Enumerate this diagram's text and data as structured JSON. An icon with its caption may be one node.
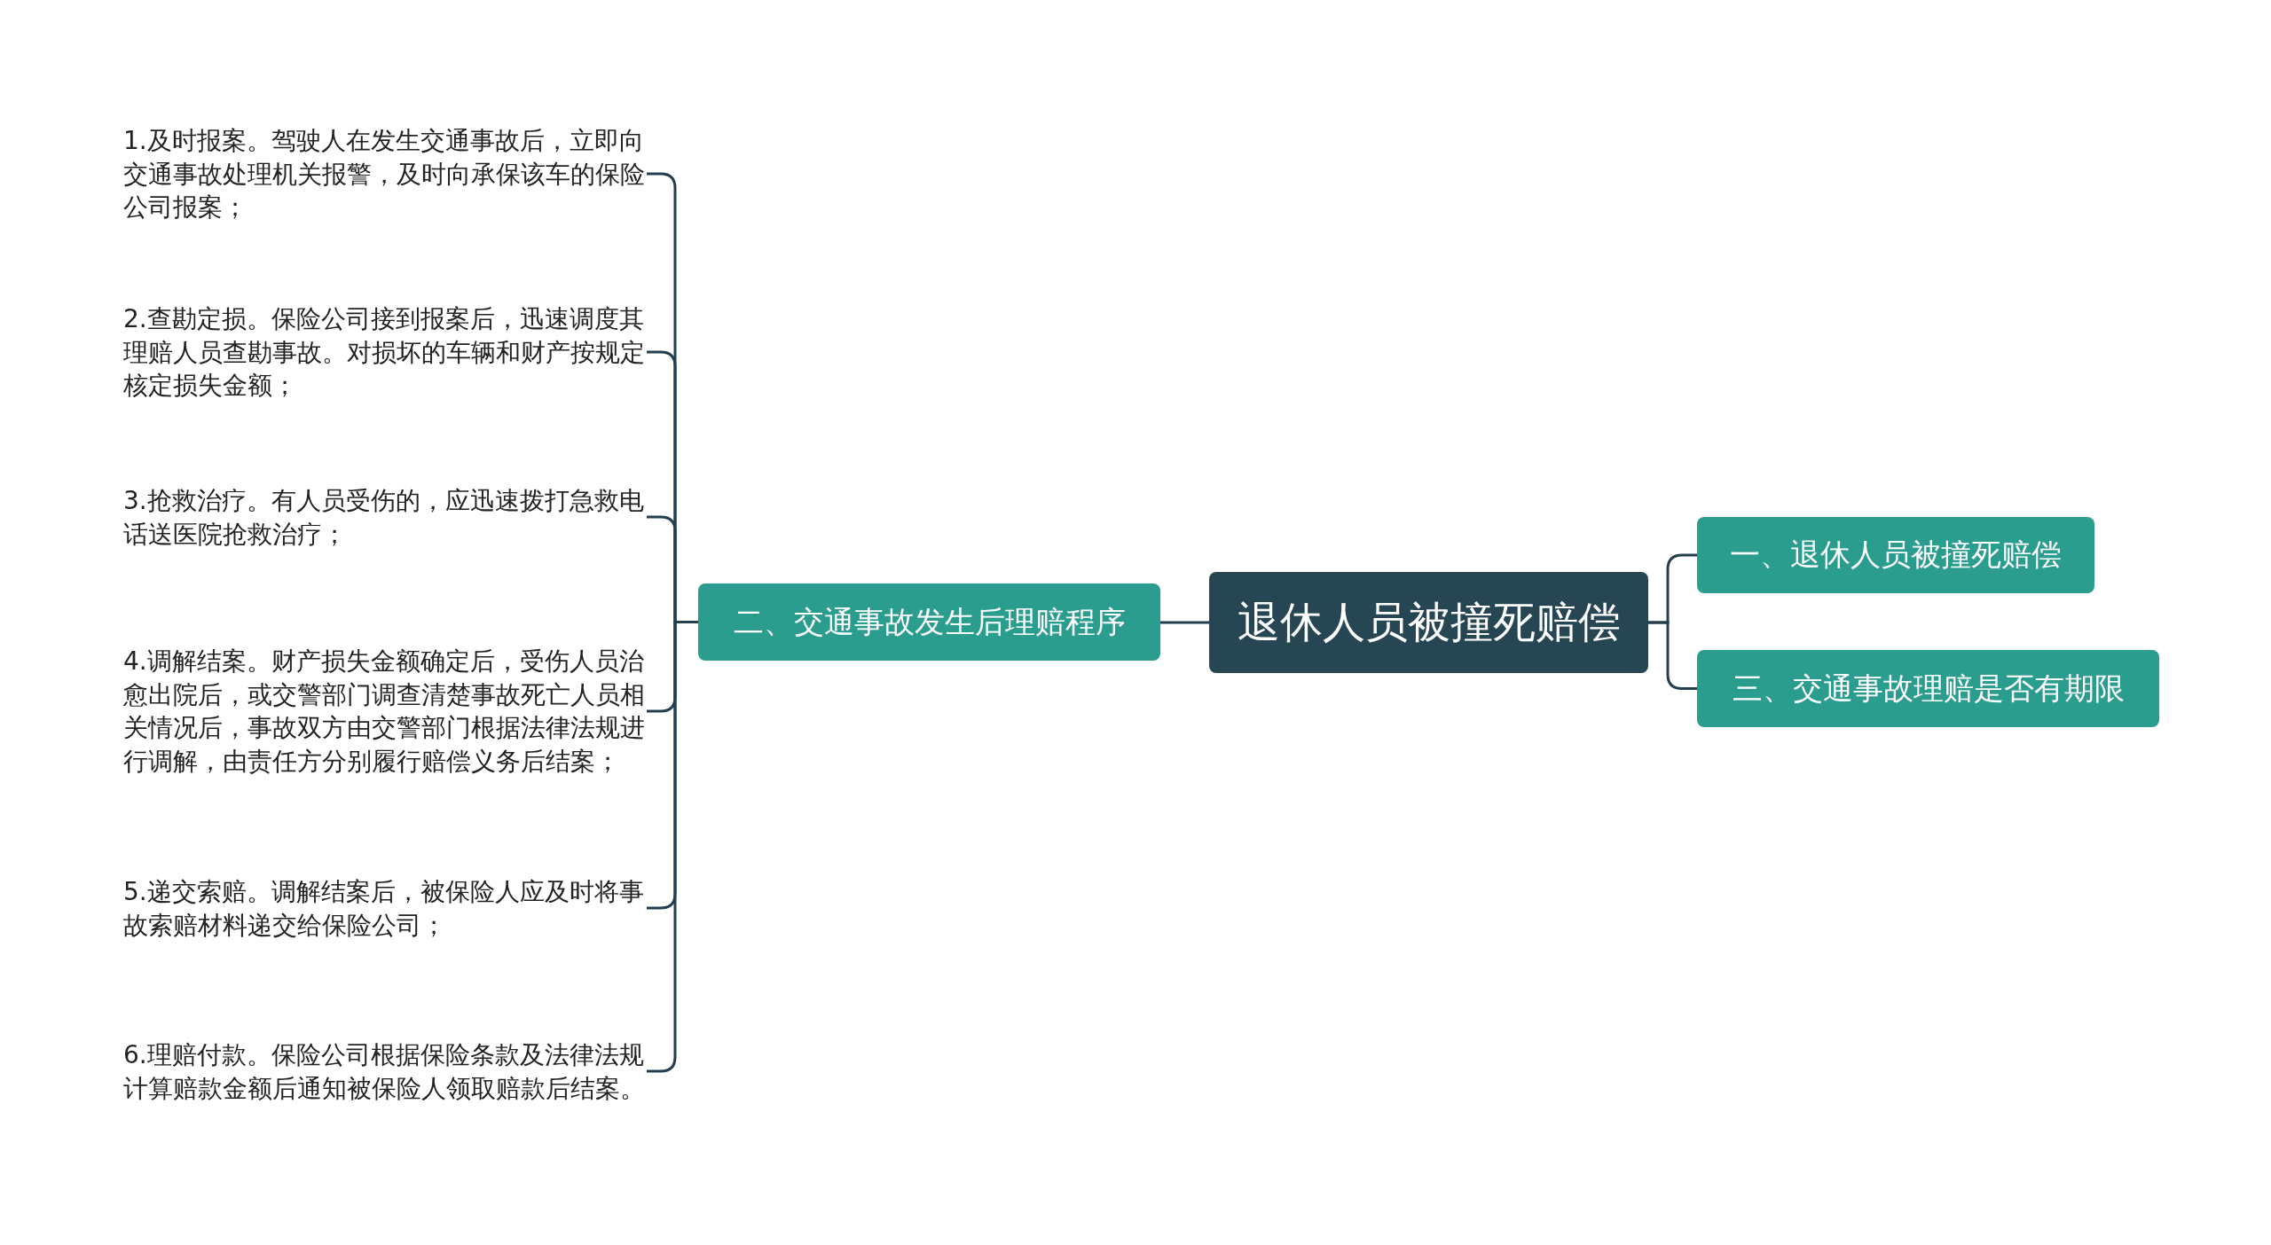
{
  "diagram": {
    "nodes": [
      {
        "text": [
          "退休人员被撞死赔偿"
        ]
      },
      {
        "text": [
          "二、交通事故发生后理赔程序"
        ]
      },
      {
        "text": [
          "1.及时报案。驾驶人在发生交通事故后，立即向交通事故处理机关报警，及时向承保该车的保险公司报案；"
        ]
      },
      {
        "text": [
          "2.查勘定损。保险公司接到报案后，迅速调度其理赔人员查勘事故。对损坏的车辆和财产按规定核定损失金额；"
        ]
      },
      {
        "text": [
          "3.抢救治疗。有人员受伤的，应迅速拨打急救电话送医院抢救治疗；"
        ]
      },
      {
        "text": [
          "4.调解结案。财产损失金额确定后，受伤人员治愈出院后，或交警部门调查清楚事故死亡人员相关情况后，事故双方由交警部门根据法律法规进行调解，由责任方分别履行赔偿义务后结案；"
        ]
      },
      {
        "text": [
          "5.递交索赔。调解结案后，被保险人应及时将事故索赔材料递交给保险公司；"
        ]
      },
      {
        "text": [
          "6.理赔付款。保险公司根据保险条款及法律法规计算赔款金额后通知被保险人领取赔款后结案。"
        ]
      },
      {
        "text": [
          "一、退休人员被撞死赔偿"
        ]
      },
      {
        "text": [
          "三、交通事故理赔是否有期限"
        ]
      }
    ],
    "edges": [
      {
        "from": 0,
        "to": 1,
        "arrow": "none"
      },
      {
        "from": 1,
        "to": 2,
        "arrow": "none"
      },
      {
        "from": 1,
        "to": 3,
        "arrow": "none"
      },
      {
        "from": 1,
        "to": 4,
        "arrow": "none"
      },
      {
        "from": 1,
        "to": 5,
        "arrow": "none"
      },
      {
        "from": 1,
        "to": 6,
        "arrow": "none"
      },
      {
        "from": 1,
        "to": 7,
        "arrow": "none"
      },
      {
        "from": 0,
        "to": 8,
        "arrow": "none"
      },
      {
        "from": 0,
        "to": 9,
        "arrow": "none"
      }
    ]
  }
}
